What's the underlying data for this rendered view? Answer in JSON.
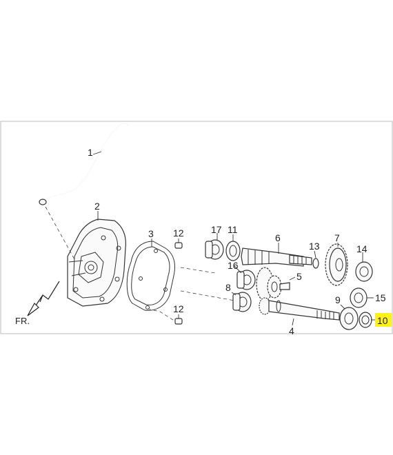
{
  "diagram": {
    "direction_label": "FR.",
    "highlight_color": "#fff21a",
    "callouts": [
      {
        "id": "c1",
        "text": "1"
      },
      {
        "id": "c2",
        "text": "2"
      },
      {
        "id": "c3",
        "text": "3"
      },
      {
        "id": "c4",
        "text": "4"
      },
      {
        "id": "c5",
        "text": "5"
      },
      {
        "id": "c6",
        "text": "6"
      },
      {
        "id": "c7",
        "text": "7"
      },
      {
        "id": "c8",
        "text": "8"
      },
      {
        "id": "c9",
        "text": "9"
      },
      {
        "id": "c10",
        "text": "10",
        "highlighted": true
      },
      {
        "id": "c11",
        "text": "11"
      },
      {
        "id": "c12a",
        "text": "12"
      },
      {
        "id": "c12b",
        "text": "12"
      },
      {
        "id": "c13",
        "text": "13"
      },
      {
        "id": "c14",
        "text": "14"
      },
      {
        "id": "c15",
        "text": "15"
      },
      {
        "id": "c16",
        "text": "16"
      },
      {
        "id": "c17",
        "text": "17"
      }
    ]
  }
}
